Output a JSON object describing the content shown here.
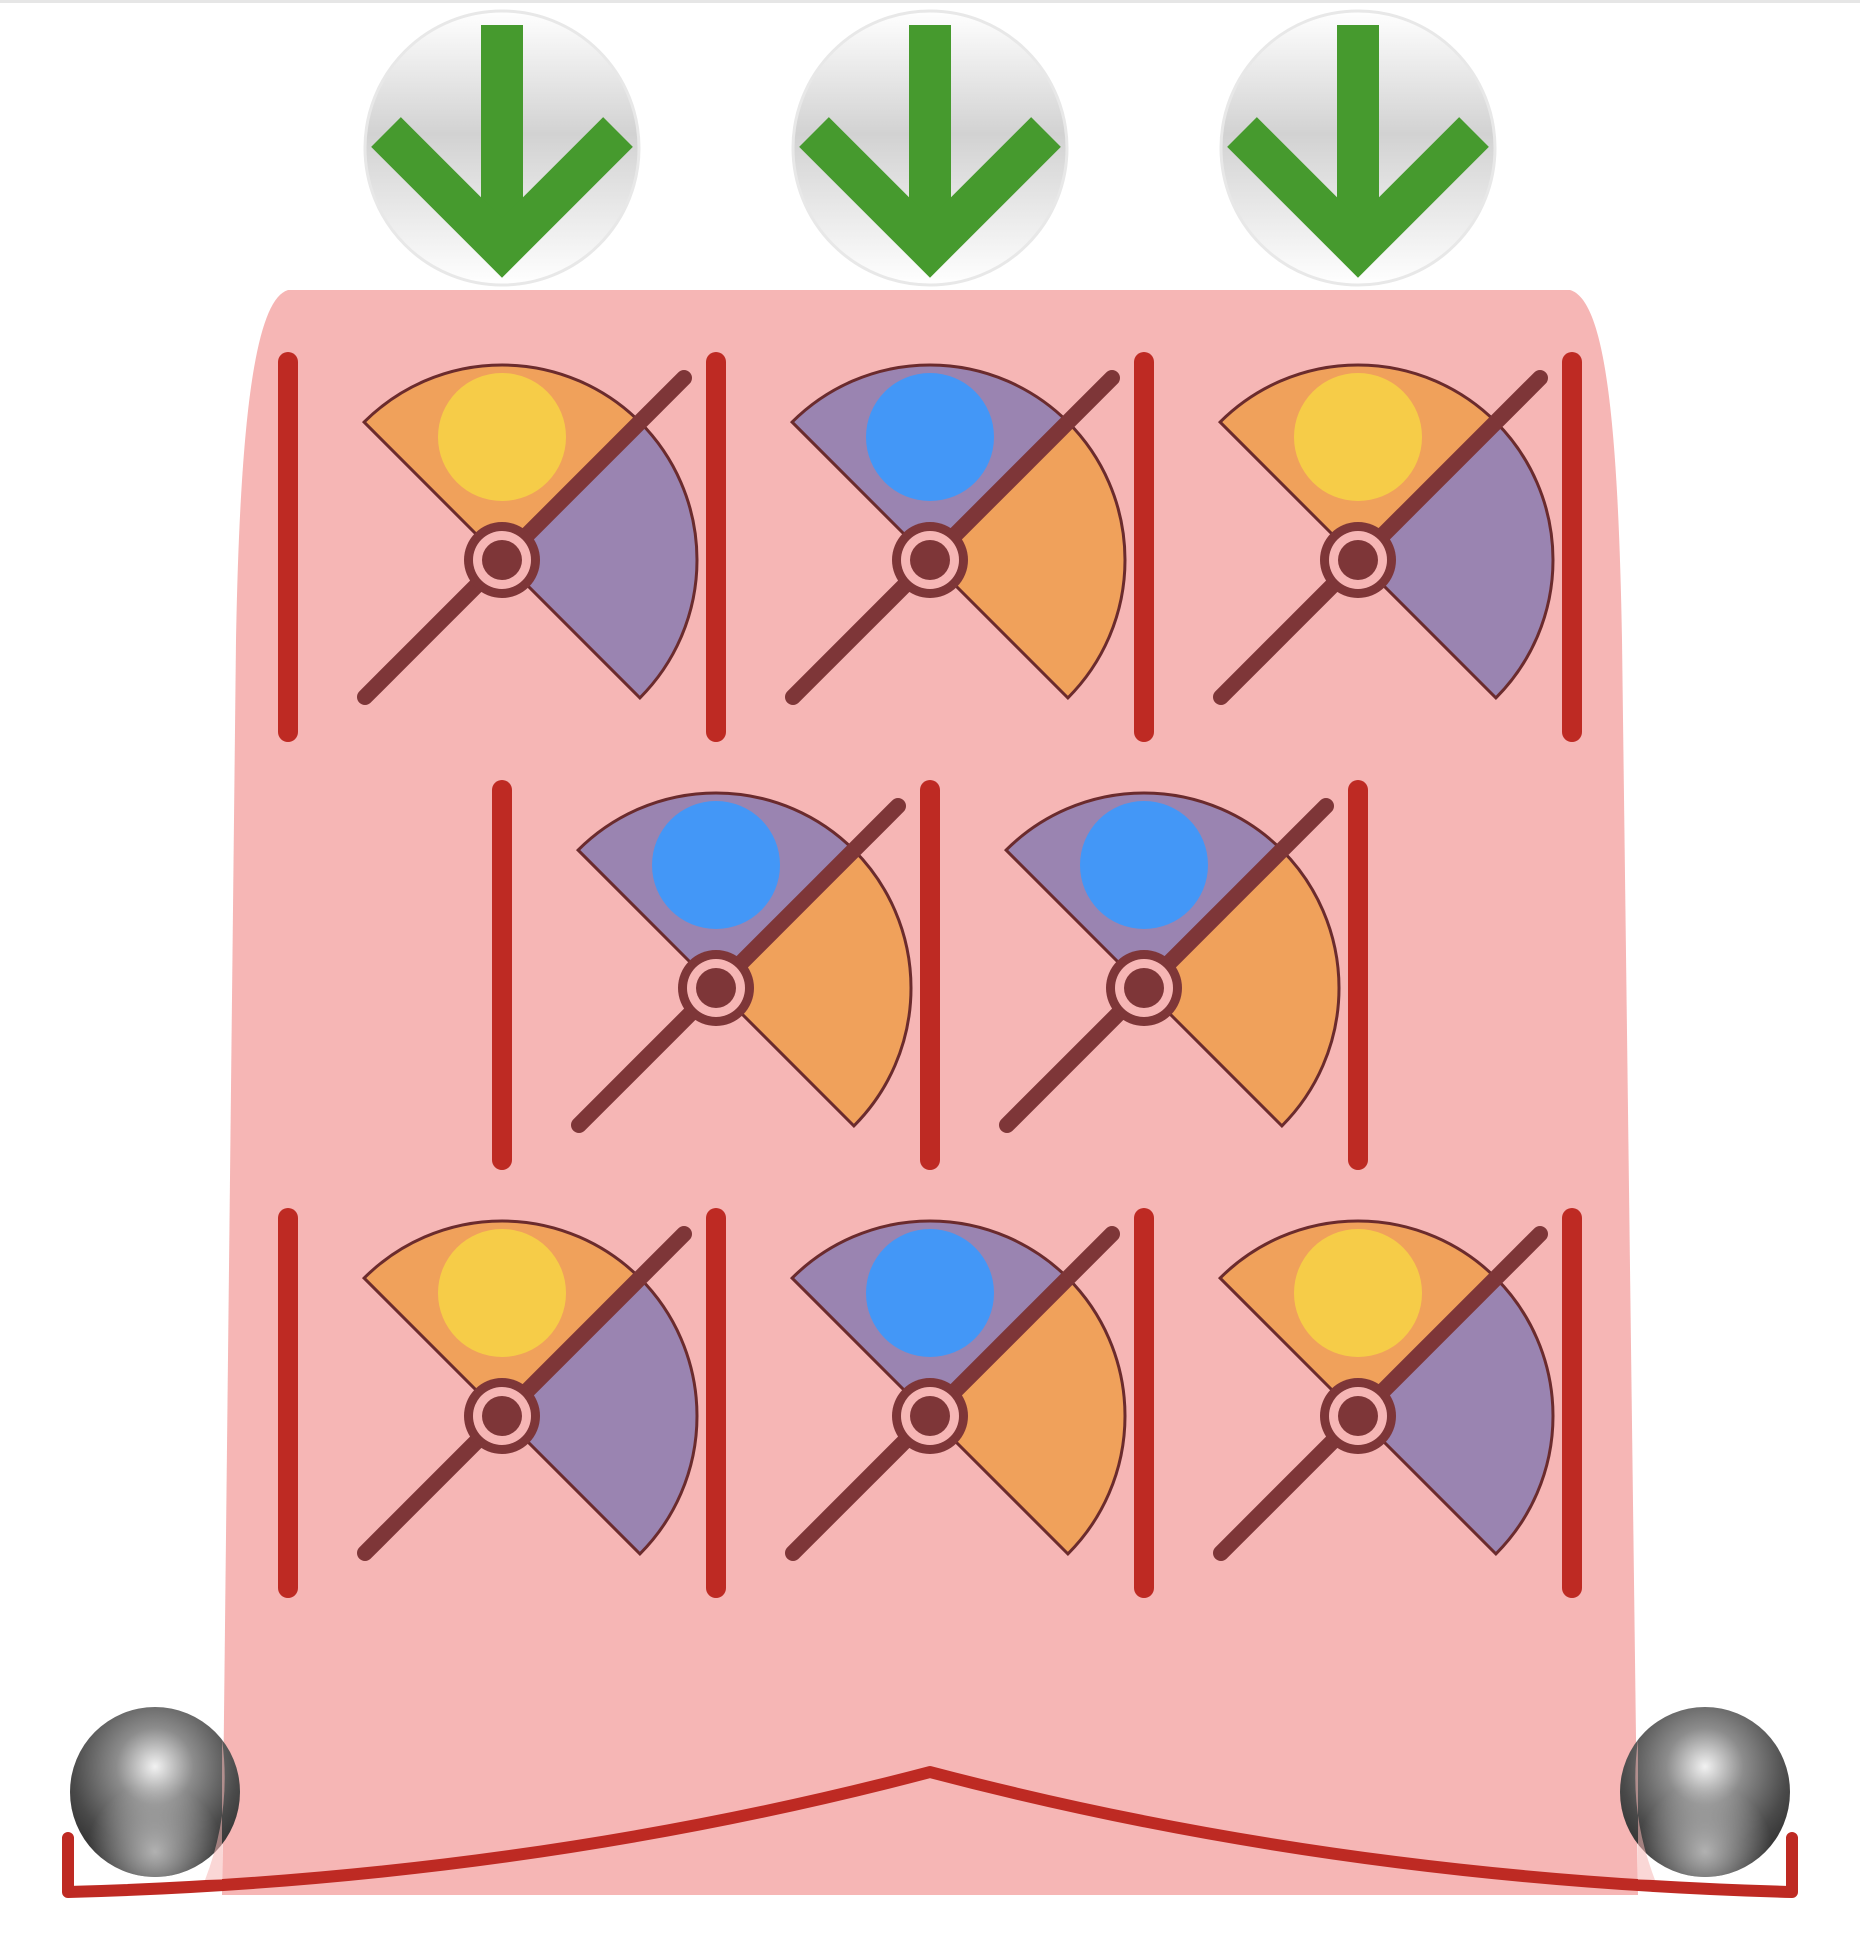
{
  "game": {
    "name": "marble-flipper-board",
    "colors": {
      "board": "#f6b6b5",
      "board_edge": "#f0a9a8",
      "post": "#be2a23",
      "lever": "#7e3638",
      "lever_outline": "#6b2b2d",
      "hub_ring": "#f6b6b5",
      "orange_sector": "#f0a15b",
      "purple_sector": "#9a84b1",
      "yellow_marble": "#f6cc48",
      "blue_marble": "#4397f7",
      "arrow": "#469a2e",
      "button_light": "#ffffff",
      "button_dark": "#d2d2d2",
      "ball_dark": "#3c3c3c",
      "ball_light": "#f2f2f2"
    },
    "drop_buttons": [
      {
        "label": "drop-1",
        "icon": "arrow-down-icon"
      },
      {
        "label": "drop-2",
        "icon": "arrow-down-icon"
      },
      {
        "label": "drop-3",
        "icon": "arrow-down-icon"
      }
    ],
    "rows": [
      {
        "flippers": [
          {
            "top_sector": "orange",
            "side_sector": "purple",
            "marble": "yellow"
          },
          {
            "top_sector": "purple",
            "side_sector": "orange",
            "marble": "blue"
          },
          {
            "top_sector": "orange",
            "side_sector": "purple",
            "marble": "yellow"
          }
        ]
      },
      {
        "flippers": [
          {
            "top_sector": "purple",
            "side_sector": "orange",
            "marble": "blue"
          },
          {
            "top_sector": "purple",
            "side_sector": "orange",
            "marble": "blue"
          }
        ]
      },
      {
        "flippers": [
          {
            "top_sector": "orange",
            "side_sector": "purple",
            "marble": "yellow"
          },
          {
            "top_sector": "purple",
            "side_sector": "orange",
            "marble": "blue"
          },
          {
            "top_sector": "orange",
            "side_sector": "purple",
            "marble": "yellow"
          }
        ]
      }
    ],
    "collected_balls": {
      "left": {
        "color": "gray"
      },
      "right": {
        "color": "gray"
      }
    }
  }
}
